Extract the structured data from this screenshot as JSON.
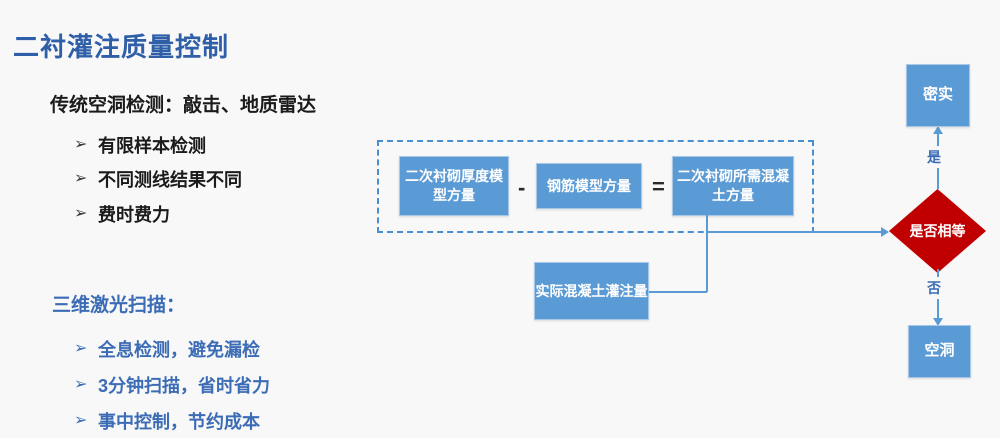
{
  "slide": {
    "title": "二衬灌注质量控制",
    "background_color": "#f8f8f8",
    "title_color": "#2e5fa8"
  },
  "left_panel": {
    "traditional": {
      "heading": "传统空洞检测：敲击、地质雷达",
      "bullet_glyph": "➢",
      "text_color": "#1b1b1b",
      "bullets": [
        {
          "label": "有限样本检测"
        },
        {
          "label": "不同测线结果不同"
        },
        {
          "label": "费时费力"
        }
      ]
    },
    "laser": {
      "heading": "三维激光扫描：",
      "bullet_glyph": "➢",
      "text_color": "#3b6cb5",
      "bullets": [
        {
          "label": "全息检测，避免漏检"
        },
        {
          "label": "3分钟扫描，省时省力"
        },
        {
          "label": "事中控制，节约成本"
        }
      ]
    }
  },
  "flow": {
    "box_fill": "#5b9bd5",
    "dashed_border_color": "#4a8fd0",
    "connector_color": "#5b9bd5",
    "decision_fill": "#c00000",
    "formula": {
      "operand_1": "二次衬砌厚度模型方量",
      "operator_1": "-",
      "operand_2": "钢筋模型方量",
      "operator_2": "=",
      "result": "二次衬砌所需混凝土方量"
    },
    "actual_box": "实际混凝土灌注量",
    "decision": "是否相等",
    "branch_yes_label": "是",
    "branch_no_label": "否",
    "outcome_yes": "密实",
    "outcome_no": "空洞"
  }
}
